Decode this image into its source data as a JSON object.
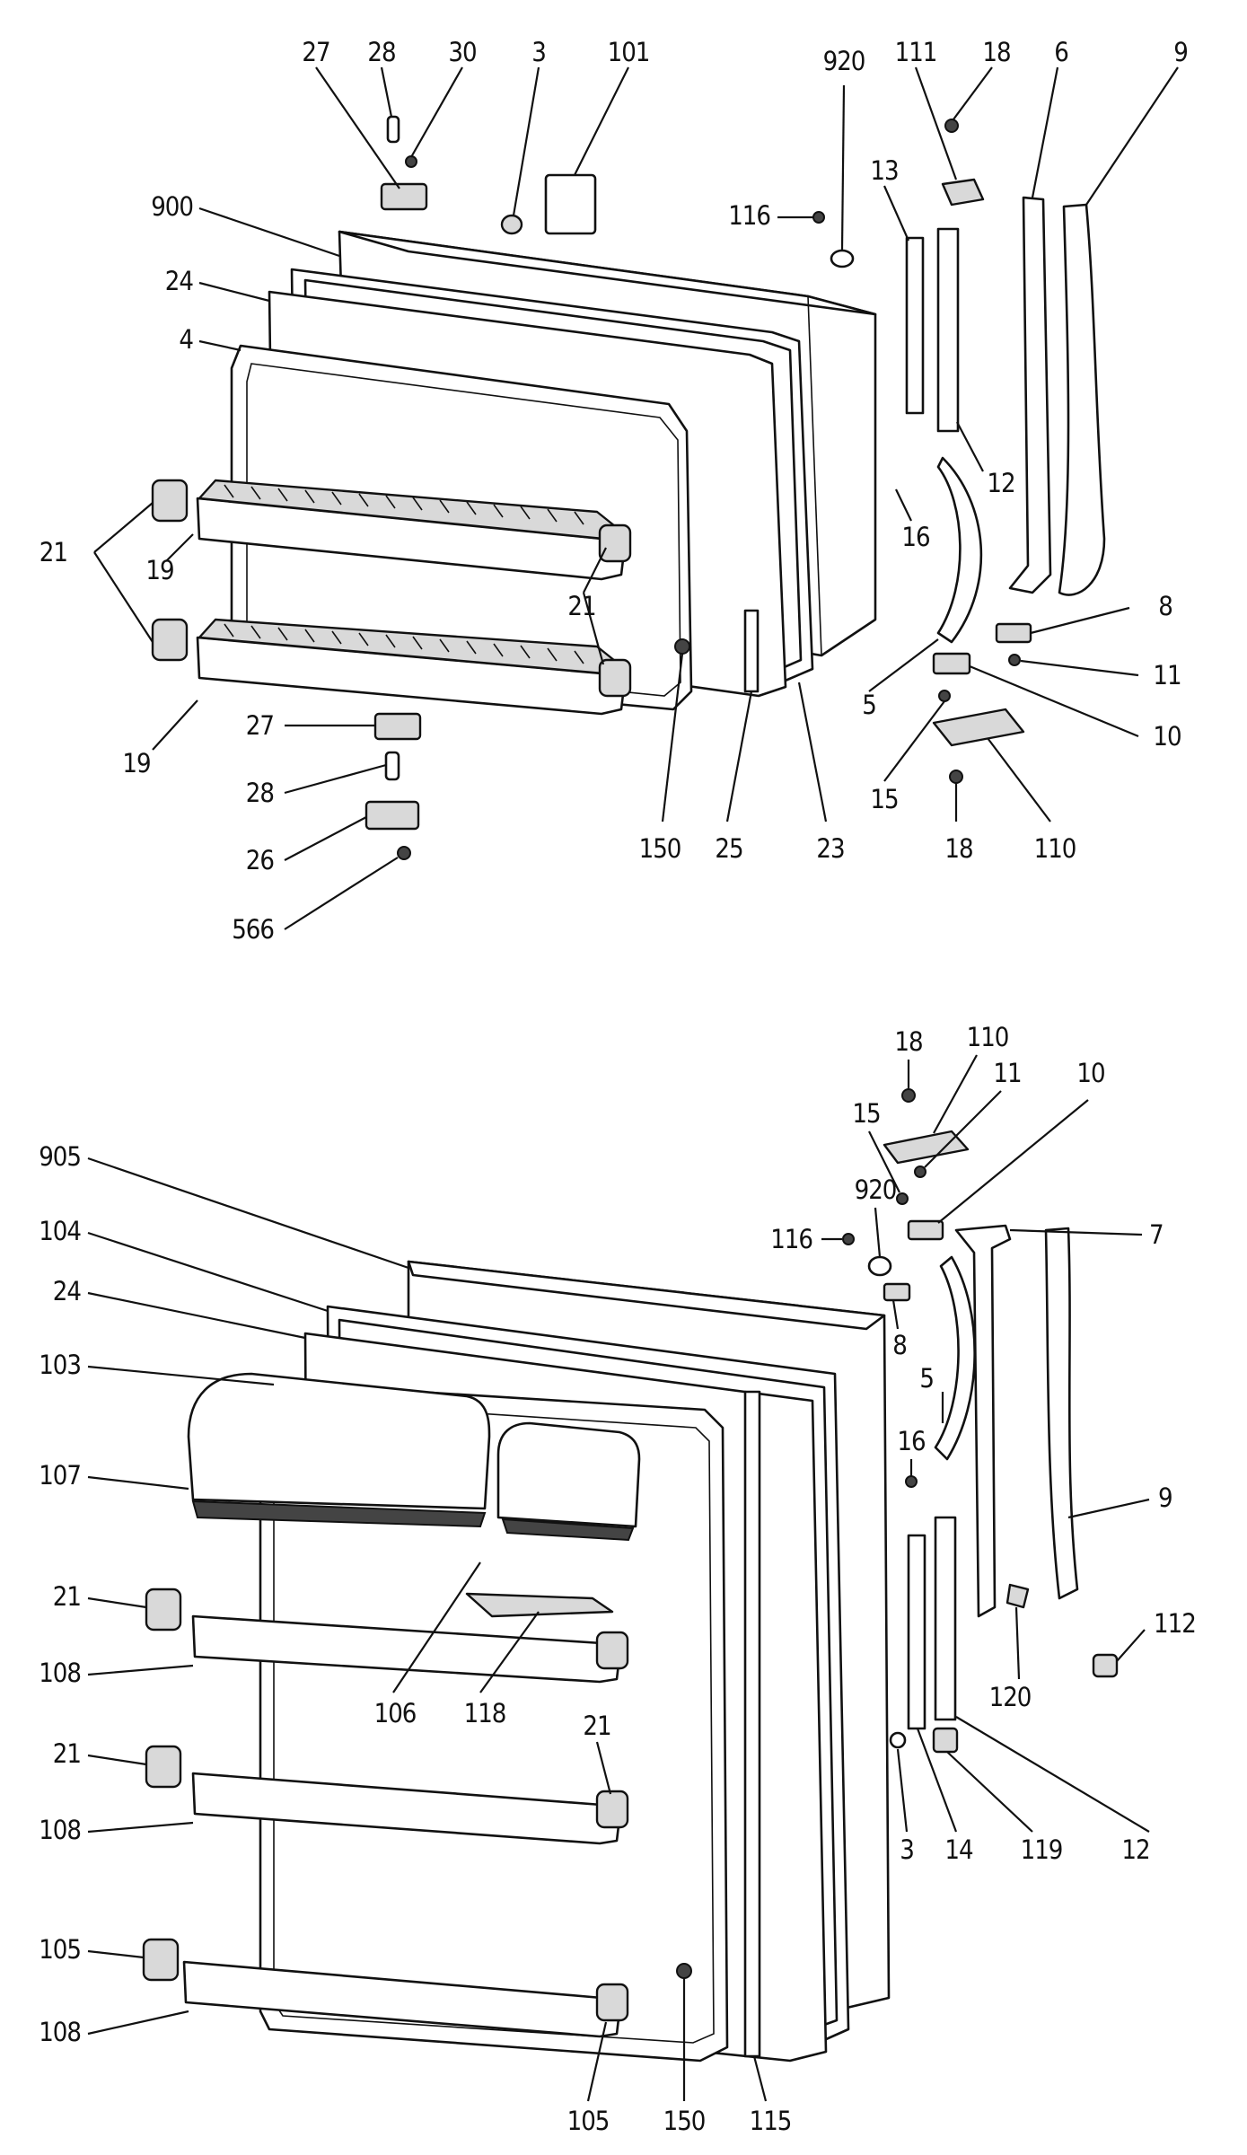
{
  "freezer_door_labels": {
    "l27": "27",
    "l28": "28",
    "l30": "30",
    "l3": "3",
    "l101": "101",
    "l920": "920",
    "l111": "111",
    "l18": "18",
    "l6": "6",
    "l9": "9",
    "l900": "900",
    "l116": "116",
    "l13": "13",
    "l24": "24",
    "l4": "4",
    "l12": "12",
    "l16": "16",
    "l21a": "21",
    "l19a": "19",
    "l21b": "21",
    "l8": "8",
    "l5": "5",
    "l11": "11",
    "l10": "10",
    "l19b": "19",
    "l27b": "27",
    "l28b": "28",
    "l26": "26",
    "l566": "566",
    "l150": "150",
    "l25": "25",
    "l23": "23",
    "l15": "15",
    "l18b": "18",
    "l110": "110"
  },
  "fresh_food_door_labels": {
    "l18": "18",
    "l110": "110",
    "l15": "15",
    "l11": "11",
    "l10": "10",
    "l905": "905",
    "l920": "920",
    "l116": "116",
    "l7": "7",
    "l104": "104",
    "l24": "24",
    "l8": "8",
    "l103": "103",
    "l5": "5",
    "l16": "16",
    "l107": "107",
    "l9": "9",
    "l21a": "21",
    "l112": "112",
    "l108a": "108",
    "l106": "106",
    "l118": "118",
    "l21b": "21",
    "l120": "120",
    "l21c": "21",
    "l108b": "108",
    "l3": "3",
    "l14": "14",
    "l119": "119",
    "l12": "12",
    "l105a": "105",
    "l108c": "108",
    "l105b": "105",
    "l150": "150",
    "l115": "115"
  }
}
